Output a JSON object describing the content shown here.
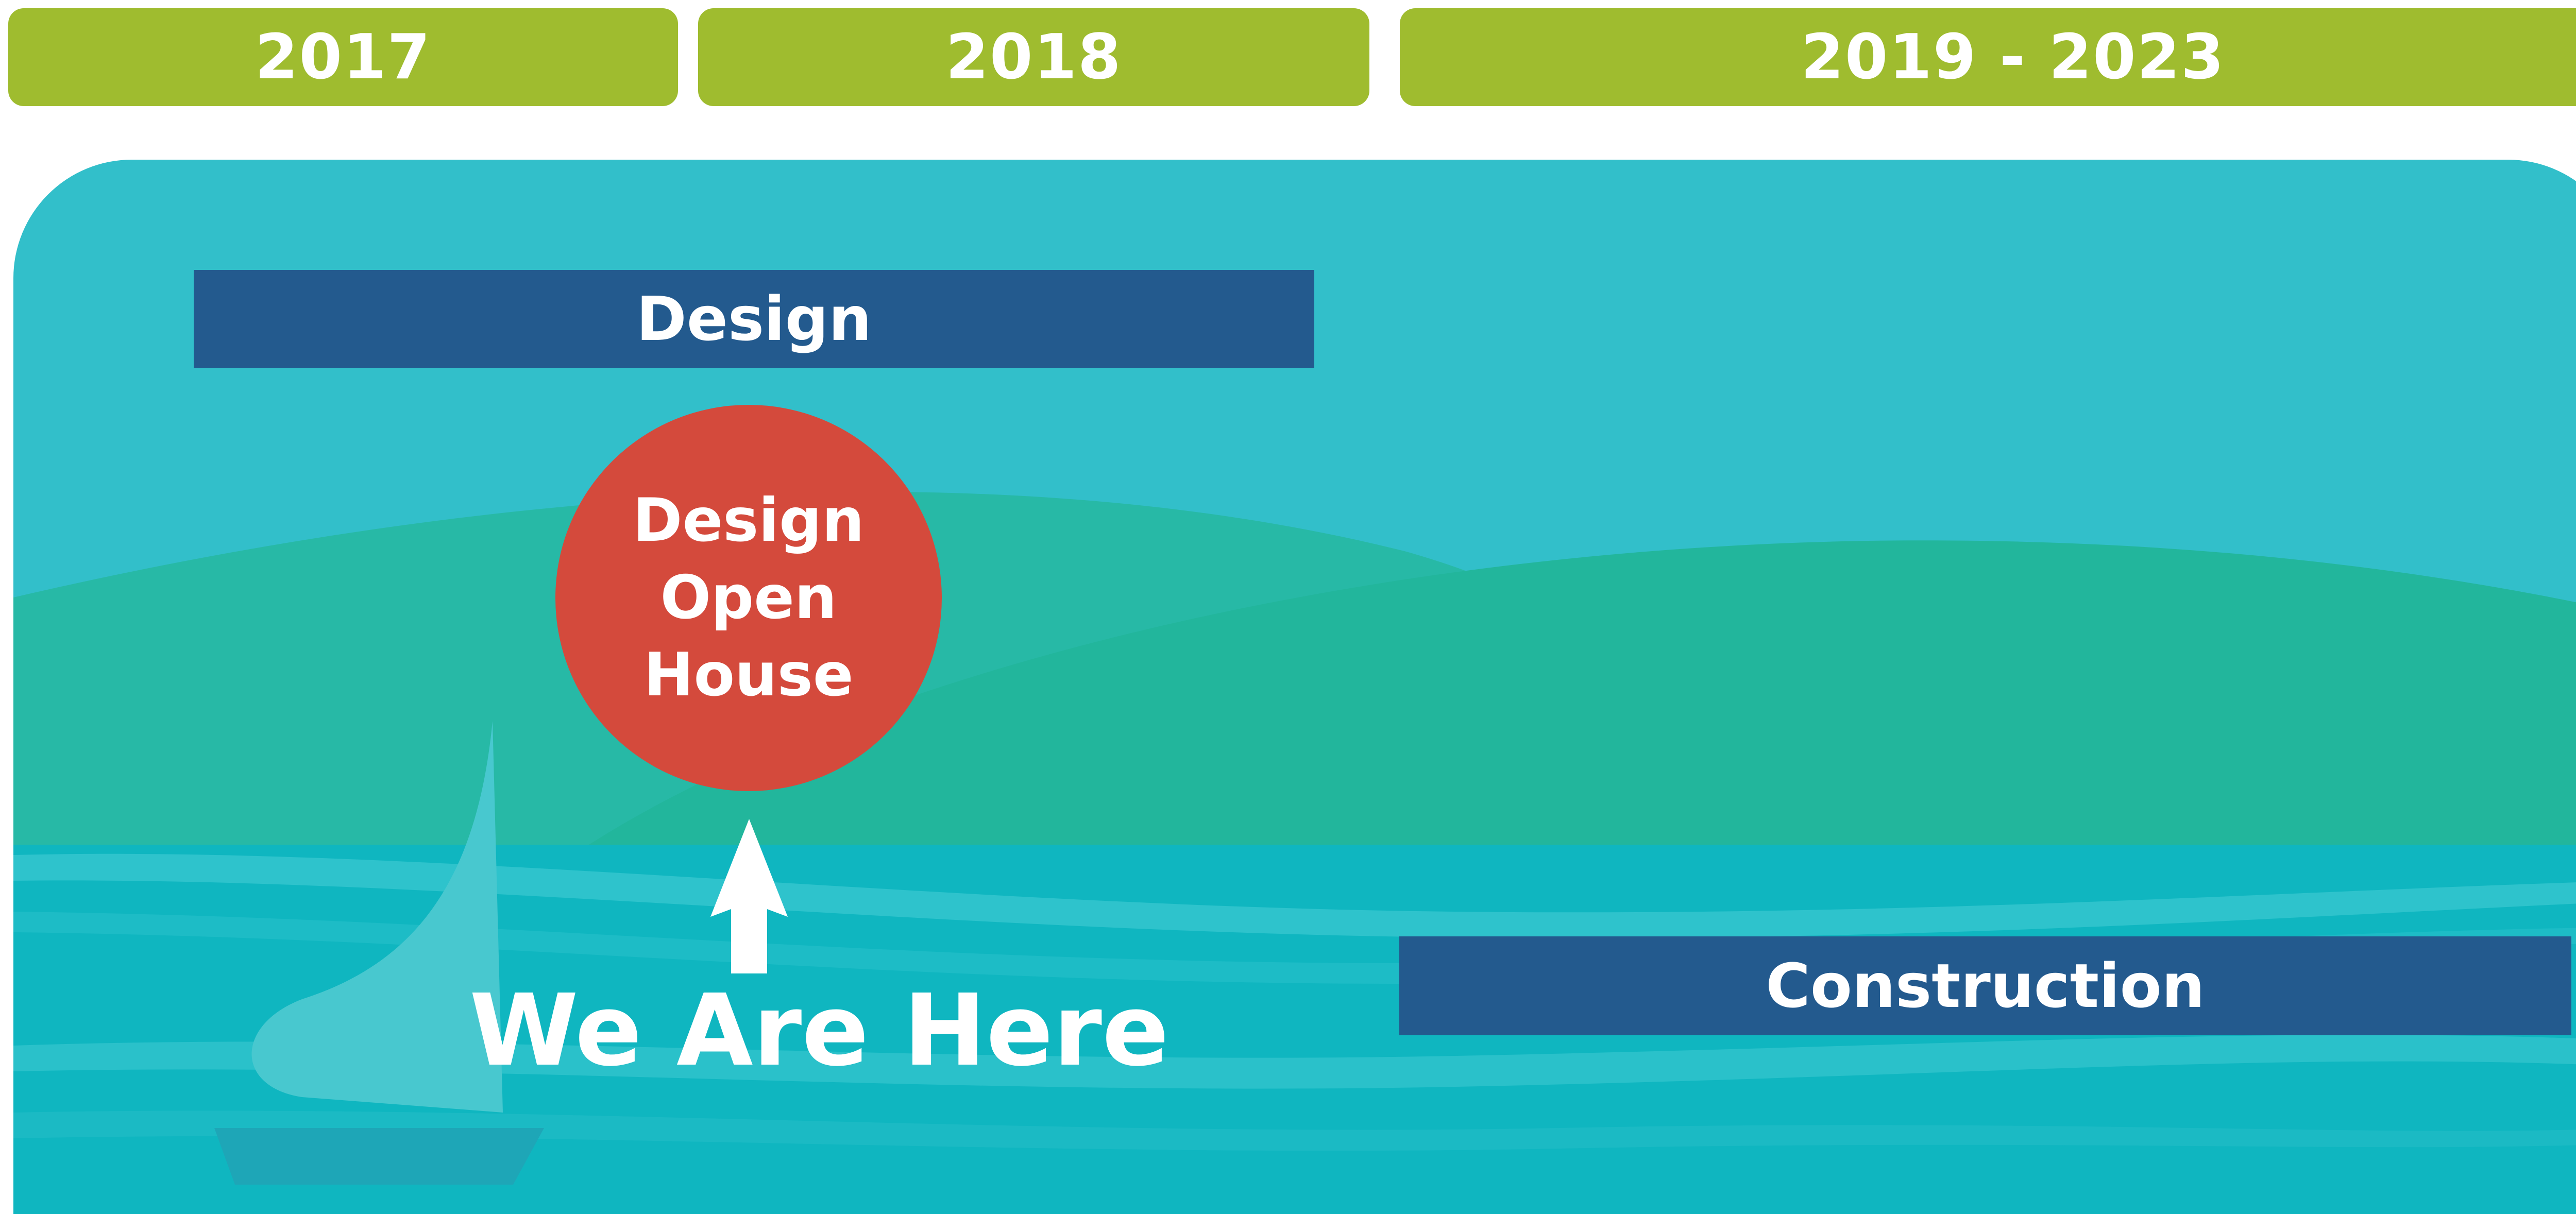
{
  "timeline": {
    "years": [
      "2017",
      "2018",
      "2019 - 2023"
    ]
  },
  "phases": {
    "design": "Design",
    "construction": "Construction"
  },
  "milestone": {
    "lines": [
      "Design",
      "Open",
      "House"
    ]
  },
  "marker": {
    "label": "We Are Here"
  },
  "colors": {
    "year_tab": "#9fbc2f",
    "sky": "#32bfca",
    "hills": "#23b79e",
    "water": "#0fb6c0",
    "phase_bar": "#235a8e",
    "milestone": "#d44a3c"
  }
}
